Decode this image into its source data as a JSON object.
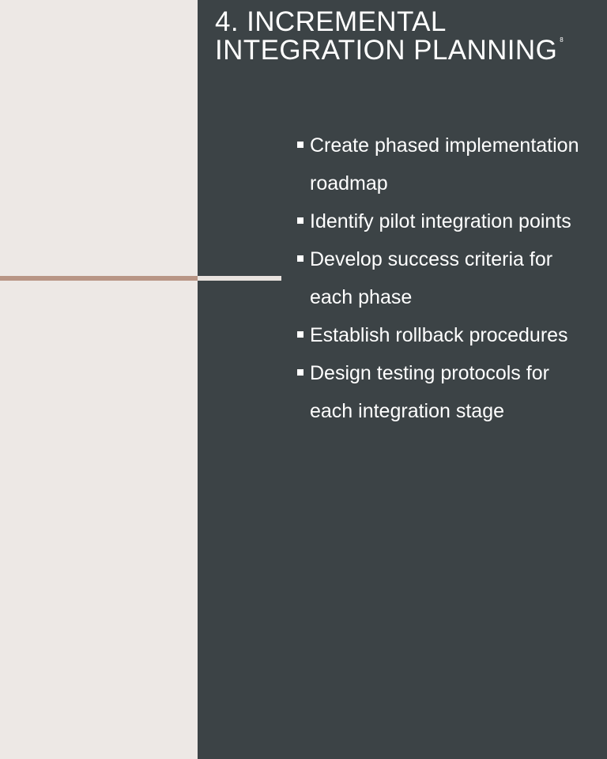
{
  "slide": {
    "title_line_1": "4. INCREMENTAL",
    "title_line_2": "INTEGRATION PLANNING",
    "slide_number": "8",
    "bullets": [
      "Create phased implementation roadmap",
      "Identify pilot integration points",
      "Develop success criteria for each phase",
      "Establish rollback procedures",
      "Design testing protocols for each integration stage"
    ]
  },
  "colors": {
    "left_background": "#ede8e5",
    "right_background": "#3c4346",
    "accent_line_left": "#b89585",
    "accent_line_right": "#e9e3df",
    "text": "#ffffff"
  }
}
